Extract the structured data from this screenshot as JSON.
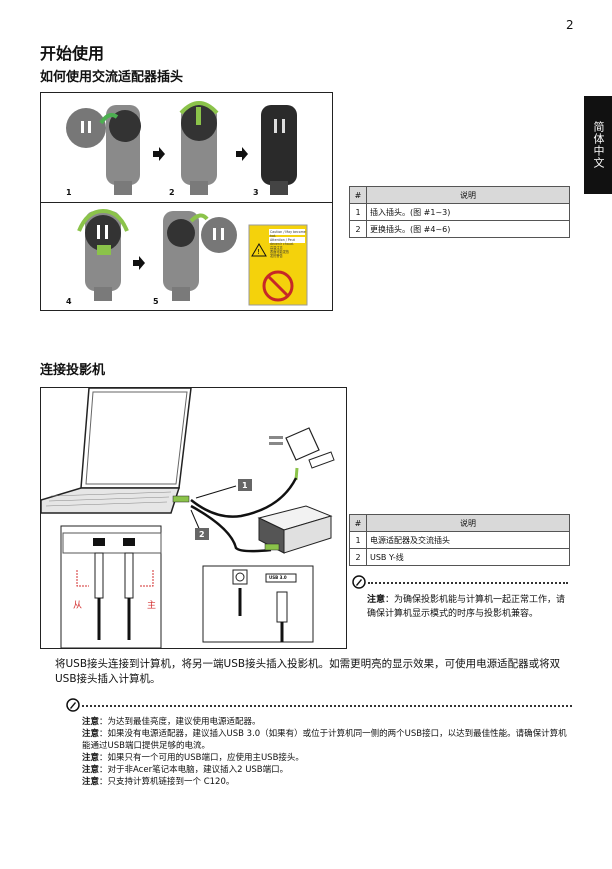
{
  "page_number": "2",
  "side_tab": "简体中文",
  "heading_main": "开始使用",
  "heading_adapter": "如何使用交流适配器插头",
  "heading_connect": "连接投影机",
  "fig1": {
    "step_labels": [
      "1",
      "2",
      "3",
      "4",
      "5"
    ],
    "caution_lines": [
      "Caution / May become hot.",
      "Attention / Peut devenir chaud.",
      "高温注意",
      "表面可能发热",
      "发热警告"
    ]
  },
  "fig2": {
    "callouts": [
      "1",
      "2"
    ],
    "usb_port_label": "USB 3.0",
    "cable_label_slave": "从",
    "cable_label_master": "主"
  },
  "table1": {
    "header_num": "#",
    "header_desc": "说明",
    "rows": [
      {
        "num": "1",
        "desc": "插入插头。(图  #1~3)"
      },
      {
        "num": "2",
        "desc": "更换插头。(图  #4~6)"
      }
    ]
  },
  "table2": {
    "header_num": "#",
    "header_desc": "说明",
    "rows": [
      {
        "num": "1",
        "desc": "电源适配器及交流插头"
      },
      {
        "num": "2",
        "desc": "USB Y-线"
      }
    ]
  },
  "note1": {
    "label": "注意",
    "text": "：为确保投影机能与计算机一起正常工作，请确保计算机显示模式的时序与投影机兼容。"
  },
  "paragraph": "将USB接头连接到计算机，将另一端USB接头插入投影机。如需更明亮的显示效果，可使用电源适配器或将双USB接头插入计算机。",
  "notes": [
    {
      "label": "注意",
      "text": "：为达到最佳亮度，建议使用电源适配器。"
    },
    {
      "label": "注意",
      "text": "：如果没有电源适配器，建议插入USB 3.0（如果有）或位于计算机同一侧的两个USB接口，以达到最佳性能。请确保计算机能通过USB端口提供足够的电流。"
    },
    {
      "label": "注意",
      "text": "：如果只有一个可用的USB端口，应使用主USB接头。"
    },
    {
      "label": "注意",
      "text": "：对于非Acer笔记本电脑，建议插入2 USB端口。"
    },
    {
      "label": "注意",
      "text": "：只支持计算机链接到一个 C120。"
    }
  ]
}
